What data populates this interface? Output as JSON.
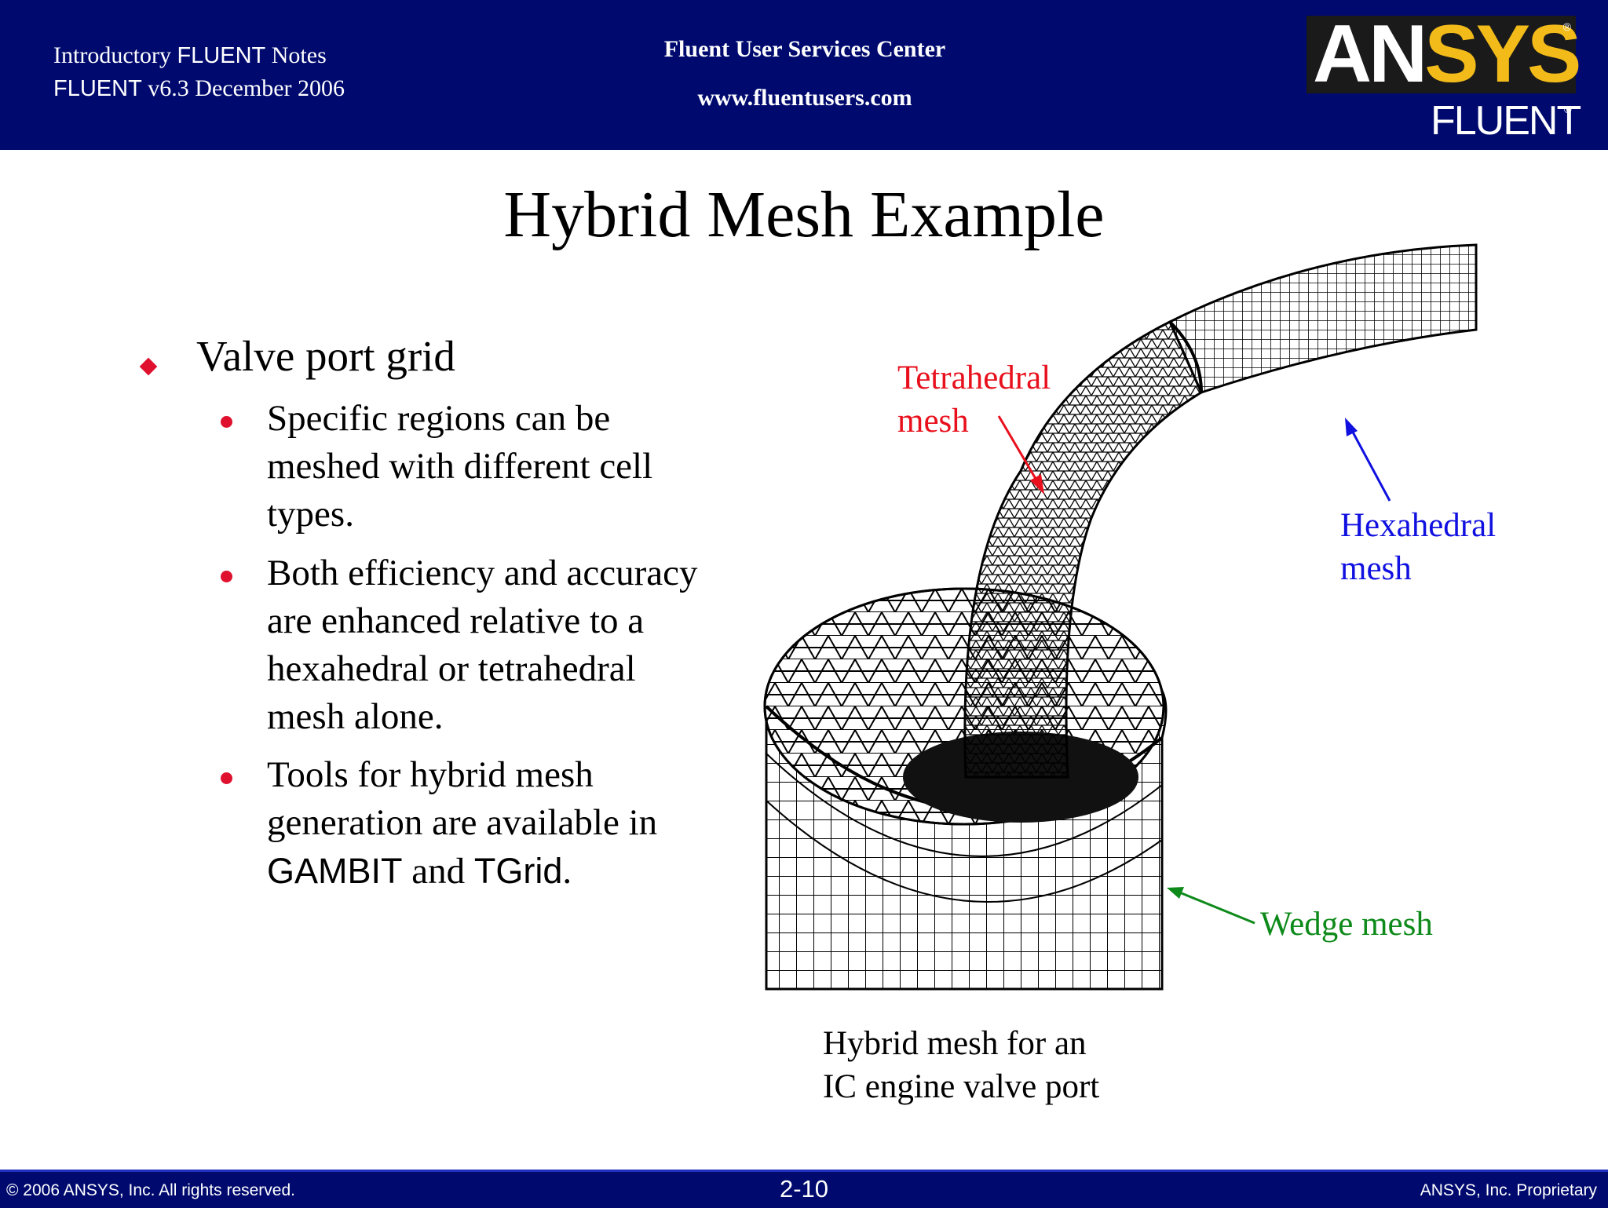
{
  "header": {
    "line1_prefix": "Introductory ",
    "line1_product": "FLUENT",
    "line1_suffix": " Notes",
    "line2_product": "FLUENT",
    "line2_suffix": " v6.3  December 2006",
    "center_title": "Fluent User Services Center",
    "center_url": "www.fluentusers.com",
    "logo_an": "AN",
    "logo_sys": "SYS",
    "logo_reg": "®",
    "logo_fluent": "FLUENT",
    "logo_fluent_reg": "®"
  },
  "slide": {
    "title": "Hybrid Mesh Example",
    "main_bullet": "Valve port grid",
    "sub_bullets": [
      {
        "lines": [
          "Specific regions can be",
          "meshed with different cell",
          "types."
        ]
      },
      {
        "lines": [
          "Both efficiency and accuracy",
          "are enhanced relative to a",
          "hexahedral or tetrahedral",
          "mesh alone."
        ]
      },
      {
        "line1": "Tools for hybrid mesh",
        "line2": "generation are available in",
        "tool1": "GAMBIT",
        "and": " and ",
        "tool2": "TGrid",
        "end": "."
      }
    ]
  },
  "figure": {
    "label_tet": [
      "Tetrahedral",
      "mesh"
    ],
    "label_hex": [
      "Hexahedral",
      "mesh"
    ],
    "label_wedge": "Wedge mesh",
    "caption": [
      "Hybrid mesh for an",
      "IC engine valve port"
    ],
    "colors": {
      "tet": "#e8101c",
      "hex": "#1010e0",
      "wedge": "#0e8a1a"
    }
  },
  "footer": {
    "left": "© 2006 ANSYS, Inc.  All rights reserved.",
    "page": "2-10",
    "right": "ANSYS, Inc. Proprietary"
  }
}
